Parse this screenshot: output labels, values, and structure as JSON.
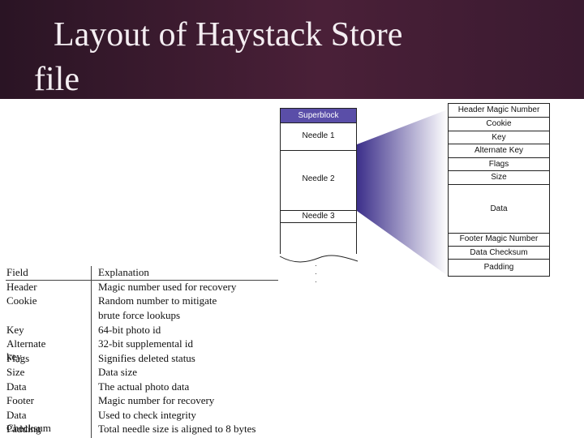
{
  "title": {
    "line1": "Layout of Haystack Store",
    "line2": "file"
  },
  "store": {
    "superblock": "Superblock",
    "needle1": "Needle 1",
    "needle2": "Needle 2",
    "needle3": "Needle 3",
    "dots": "· · ·"
  },
  "needle_fields": [
    "Header Magic Number",
    "Cookie",
    "Key",
    "Alternate Key",
    "Flags",
    "Size",
    "Data",
    "Footer Magic Number",
    "Data Checksum",
    "Padding"
  ],
  "table": {
    "headers": [
      "Field",
      "Explanation"
    ],
    "rows": [
      [
        "Header",
        "Magic number used for recovery"
      ],
      [
        "Cookie",
        "Random number to mitigate"
      ],
      [
        "",
        "brute force lookups"
      ],
      [
        "Key",
        "64-bit photo id"
      ],
      [
        "Alternate key",
        "32-bit supplemental id"
      ],
      [
        "Flags",
        "Signifies deleted status"
      ],
      [
        "Size",
        "Data size"
      ],
      [
        "Data",
        "The actual photo data"
      ],
      [
        "Footer",
        "Magic number for recovery"
      ],
      [
        "Data Checksum",
        "Used to check integrity"
      ],
      [
        "Padding",
        "Total needle size is aligned to 8 bytes"
      ]
    ]
  }
}
